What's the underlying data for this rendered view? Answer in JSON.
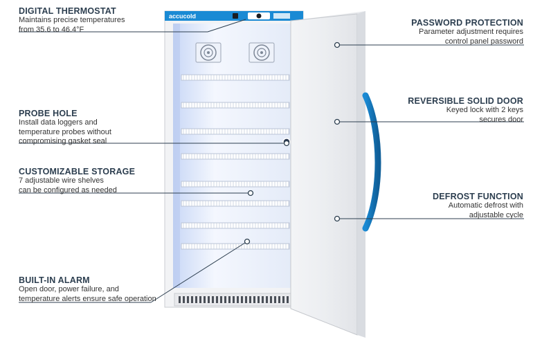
{
  "brand": {
    "name": "accucold",
    "accent": "#1a8ad4",
    "accent_dark": "#0f5f99"
  },
  "callouts": {
    "thermostat": {
      "title": "DIGITAL THERMOSTAT",
      "lines": [
        "Maintains precise temperatures",
        "from 35.6 to 46.4°F"
      ]
    },
    "probe": {
      "title": "PROBE HOLE",
      "lines": [
        "Install data loggers and",
        "temperature probes without",
        "compromising gasket seal"
      ]
    },
    "storage": {
      "title": "CUSTOMIZABLE STORAGE",
      "lines": [
        "7 adjustable wire shelves",
        "can be configured as needed"
      ]
    },
    "alarm": {
      "title": "BUILT-IN ALARM",
      "lines": [
        "Open door, power failure, and",
        "temperature alerts ensure safe operation"
      ]
    },
    "password": {
      "title": "PASSWORD PROTECTION",
      "lines": [
        "Parameter adjustment requires",
        "control panel password"
      ]
    },
    "door": {
      "title": "REVERSIBLE SOLID DOOR",
      "lines": [
        "Keyed lock with 2 keys",
        "secures door"
      ]
    },
    "defrost": {
      "title": "DEFROST FUNCTION",
      "lines": [
        "Automatic defrost with",
        "adjustable cycle"
      ]
    }
  }
}
